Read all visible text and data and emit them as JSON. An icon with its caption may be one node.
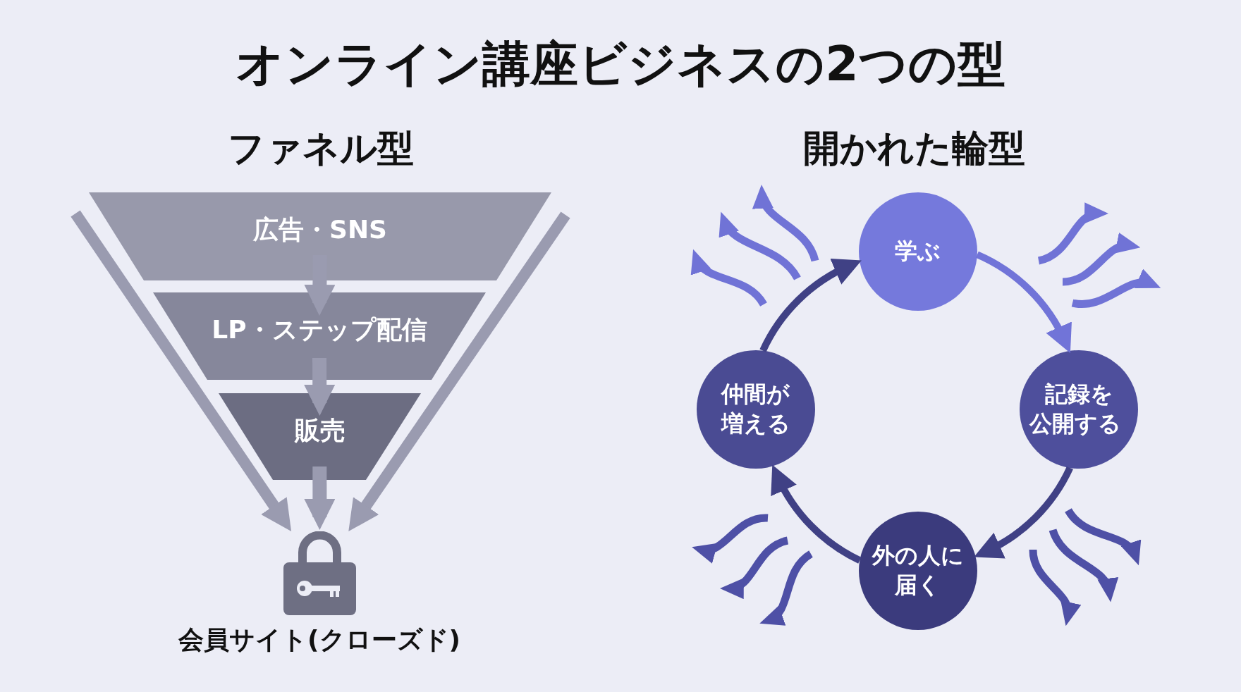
{
  "diagram": {
    "title": "オンライン講座ビジネスの2つの型",
    "nodes": [
      {
        "text": [
          "広告・SNS"
        ]
      },
      {
        "text": [
          "LP・ステップ配信"
        ]
      },
      {
        "text": [
          "販売"
        ]
      },
      {
        "text": [],
        "shape": "padlock",
        "beside": [
          "会員サイト(クローズド)"
        ]
      },
      {
        "text": [
          "学ぶ"
        ]
      },
      {
        "text": [
          "記録を公開する"
        ]
      },
      {
        "text": [
          "外の人に届く"
        ]
      },
      {
        "text": [
          "仲間が増える"
        ]
      }
    ],
    "edges": [
      {
        "from": 0,
        "to": 1,
        "arrow": "to"
      },
      {
        "from": 1,
        "to": 2,
        "arrow": "to"
      },
      {
        "from": 2,
        "to": 3,
        "arrow": "to"
      },
      {
        "from": null,
        "to": 3,
        "arrow": "to"
      },
      {
        "from": null,
        "to": 3,
        "arrow": "to"
      },
      {
        "from": 4,
        "to": 5,
        "arrow": "to",
        "color": "#7174d8"
      },
      {
        "from": 5,
        "to": 6,
        "arrow": "to",
        "color": "#404185"
      },
      {
        "from": 6,
        "to": 7,
        "arrow": "to",
        "color": "#404185"
      },
      {
        "from": 7,
        "to": 4,
        "arrow": "to",
        "color": "#404185"
      }
    ],
    "labels": [
      "ファネル型",
      "開かれた輪型"
    ]
  }
}
